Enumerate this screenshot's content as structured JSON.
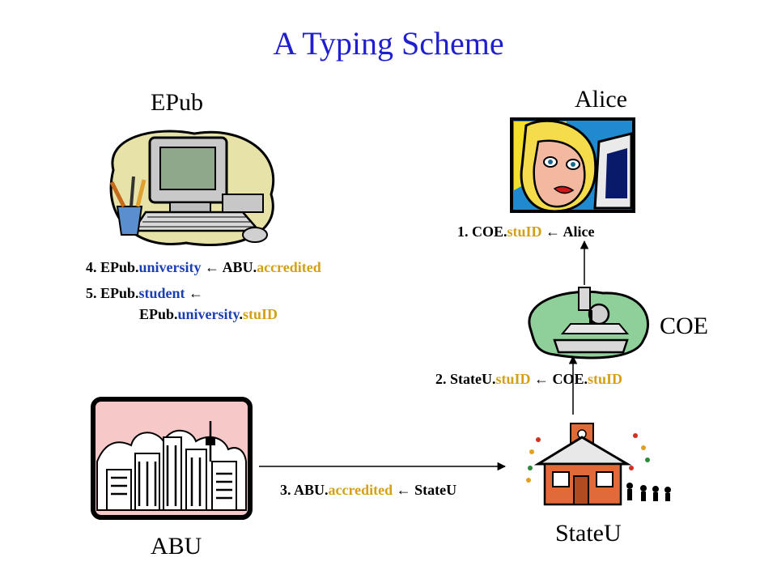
{
  "title": "A Typing Scheme",
  "entities": {
    "epub": "EPub",
    "alice": "Alice",
    "coe": "COE",
    "abu": "ABU",
    "stateu": "StateU"
  },
  "rules": {
    "r1": {
      "prefix": "1. COE.",
      "role": "stuID",
      "arrow": "←",
      "rhs": "Alice"
    },
    "r2": {
      "prefix": "2. StateU.",
      "role": "stuID",
      "arrow": "←",
      "rhs_entity": "COE.",
      "rhs_role": "stuID"
    },
    "r3": {
      "prefix": "3. ABU.",
      "role": "accredited",
      "arrow": "←",
      "rhs": "StateU"
    },
    "r4": {
      "prefix": "4. EPub.",
      "role": "university",
      "arrow": "←",
      "rhs_entity": "ABU.",
      "rhs_role": "accredited"
    },
    "r5": {
      "prefix": "5. EPub.",
      "role": "student",
      "arrow": "←",
      "line2_entity": "EPub.",
      "line2_role1": "university",
      "line2_dot": ".",
      "line2_role2": "stuID"
    }
  },
  "colors": {
    "title": "#1f1fd0",
    "entity_role": "#1a3fb3",
    "credential_role": "#d4a017"
  },
  "icons": {
    "epub": "computer-icon",
    "alice": "woman-portrait-icon",
    "coe": "microscope-icon",
    "abu": "city-skyline-icon",
    "stateu": "schoolhouse-icon"
  }
}
